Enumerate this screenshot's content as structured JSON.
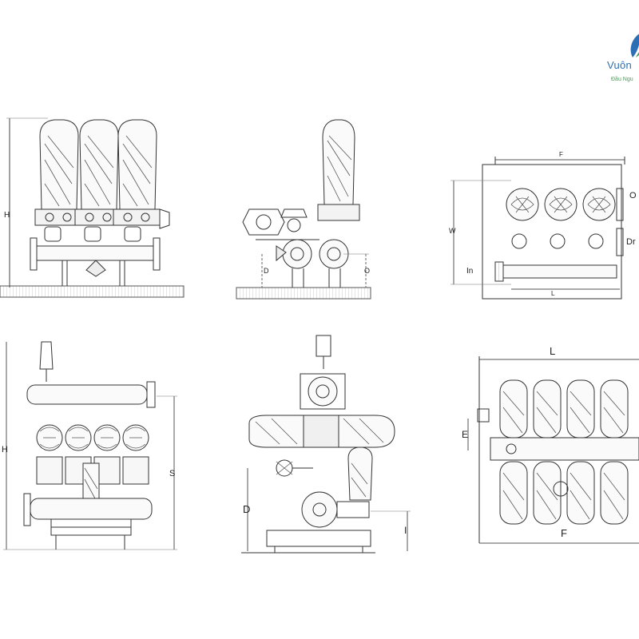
{
  "logo": {
    "name": "Vuôn",
    "tagline": "Đầu Ngu",
    "colors": {
      "blue": "#2d6fb5",
      "green": "#4d9c5b"
    }
  },
  "views": {
    "front_three": {
      "height_label": "H"
    },
    "side_single": {
      "d_label": "D",
      "o_label": "O"
    },
    "top_three": {
      "f_label": "F",
      "w_label": "W",
      "l_label": "L",
      "in_label": "In",
      "out_label": "O",
      "drain_label": "Dr"
    },
    "front_four": {
      "h_label": "H",
      "s_label": "S"
    },
    "side_four": {
      "d_label": "D",
      "i_label": "I"
    },
    "top_four": {
      "l_label": "L",
      "e_label": "E",
      "f_label": "F"
    }
  }
}
